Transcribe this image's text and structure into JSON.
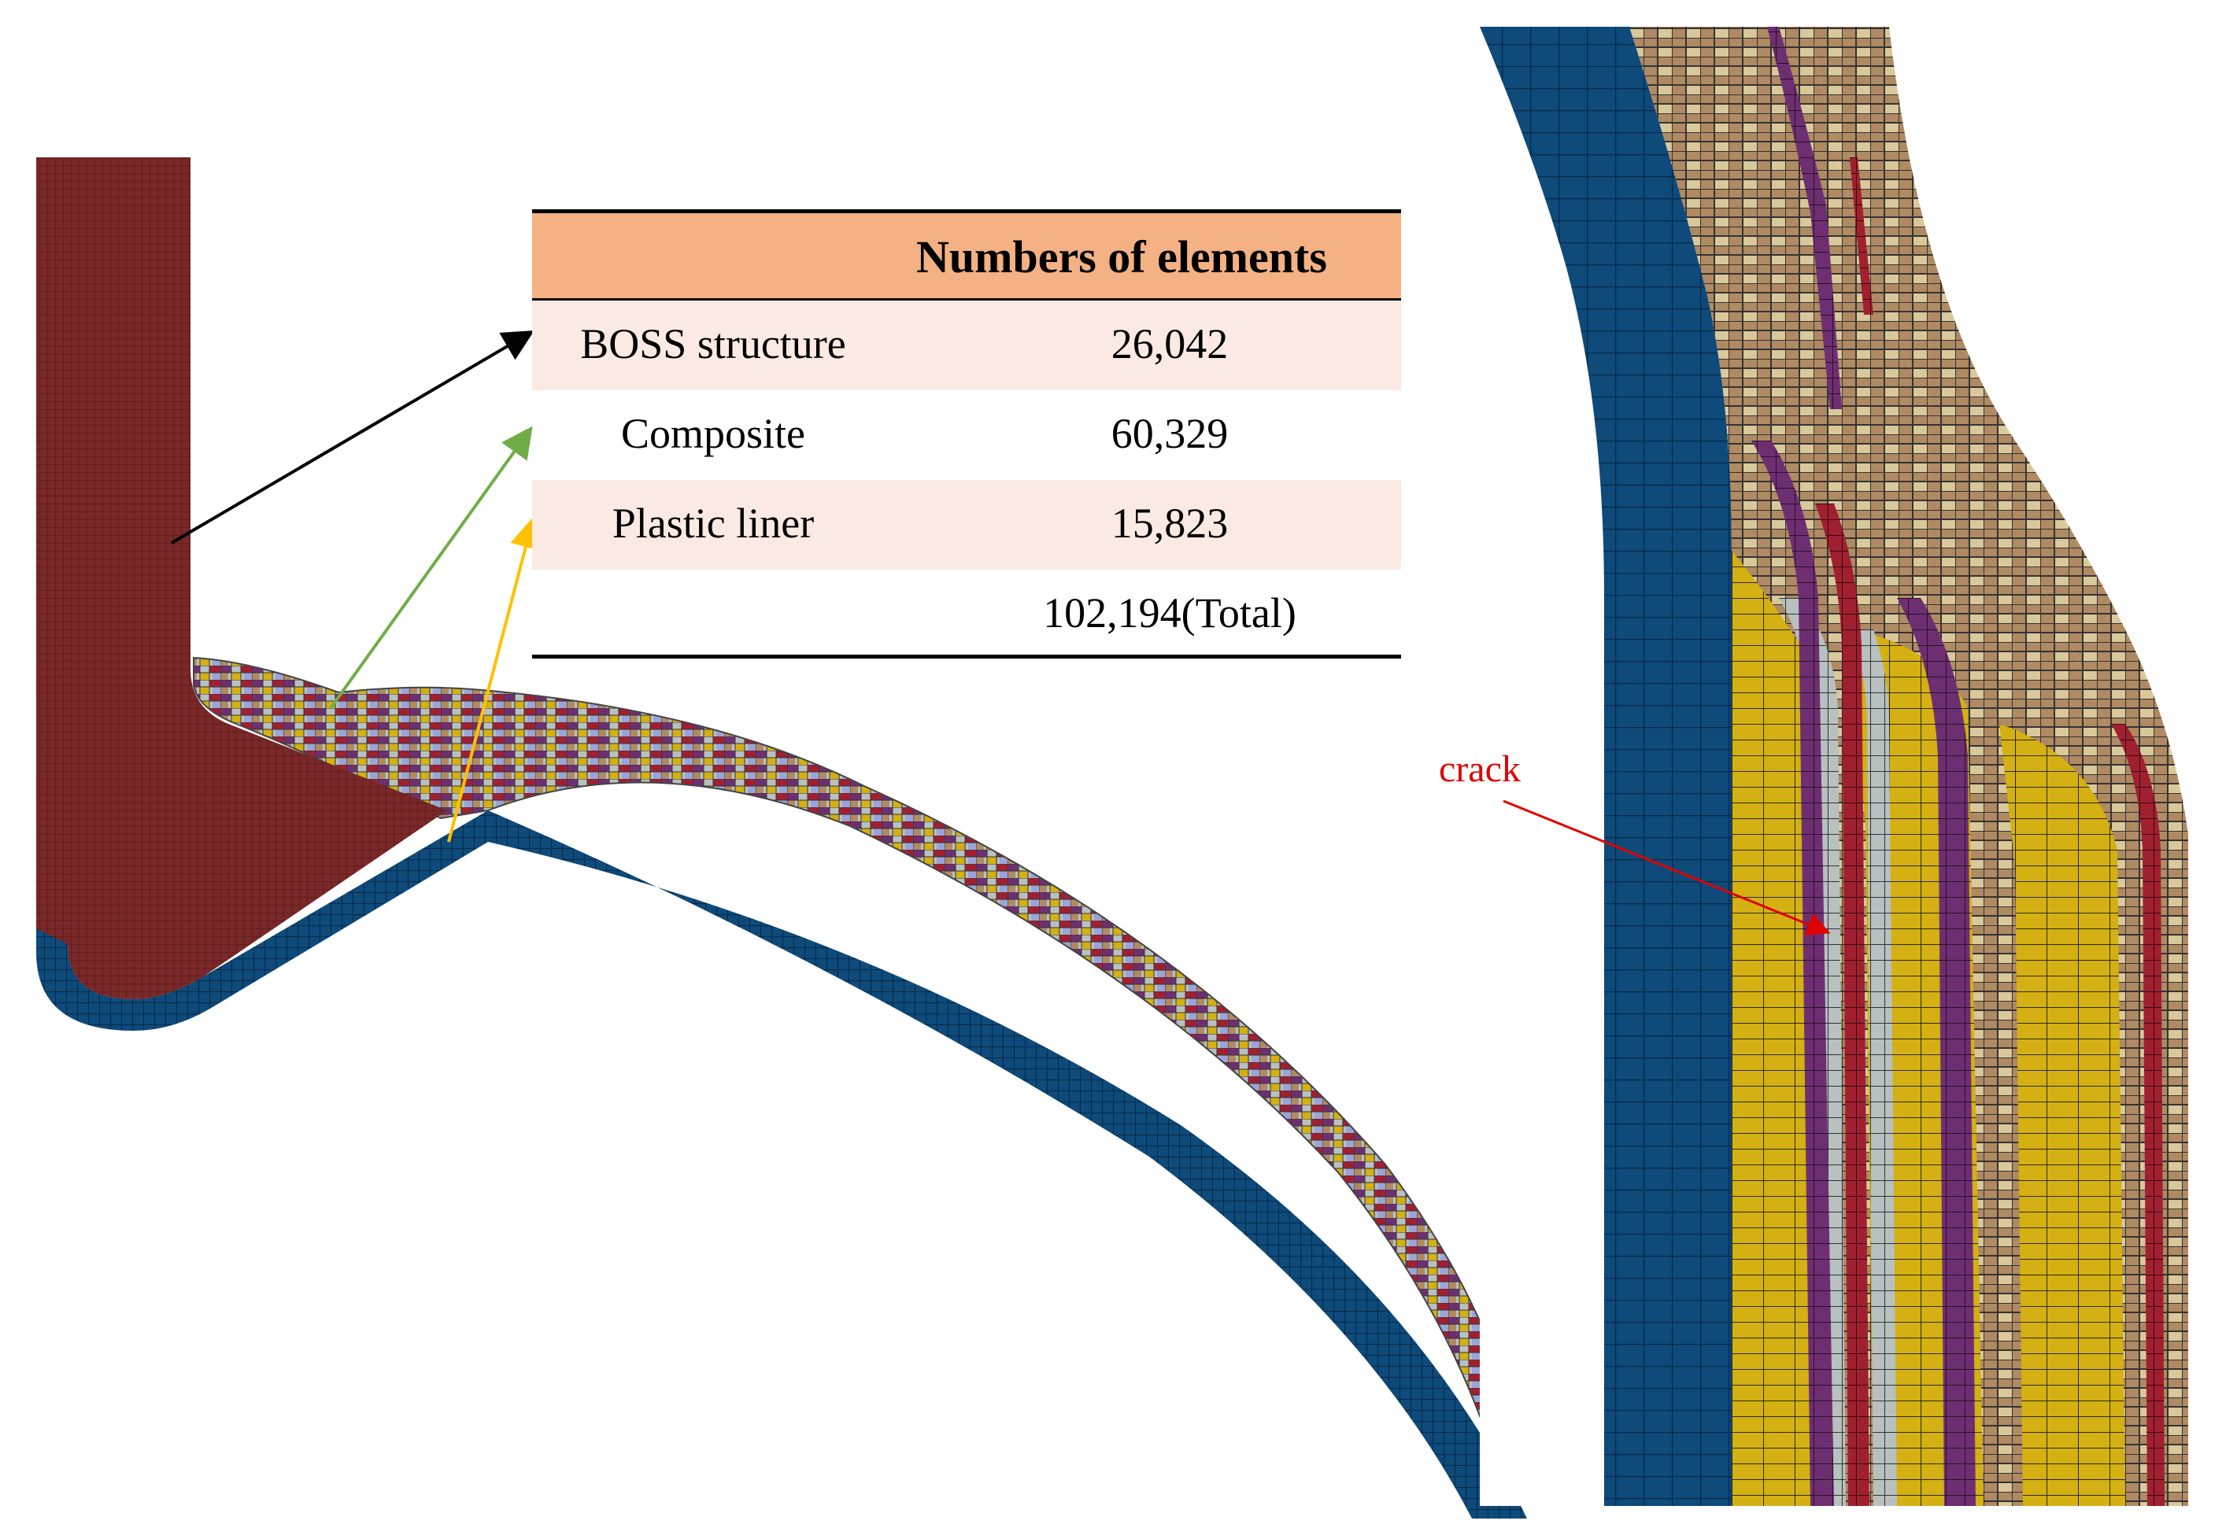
{
  "table": {
    "header": "Numbers of elements",
    "rows": [
      {
        "label": "BOSS structure",
        "value": "26,042"
      },
      {
        "label": "Composite",
        "value": "60,329"
      },
      {
        "label": "Plastic liner",
        "value": "15,823"
      },
      {
        "label": "",
        "value": "102,194(Total)"
      }
    ]
  },
  "annotation": {
    "crack": "crack"
  },
  "colors": {
    "boss": "#7a2828",
    "liner": "#0e4a7a",
    "composite_yellow": "#d4b012",
    "composite_purple": "#6e2f72",
    "composite_red": "#a02030",
    "composite_tan": "#b08a62",
    "composite_gray": "#b8c0c0",
    "composite_lavender": "#9aa4d8",
    "header_fill": "#f4b183",
    "row_fill": "#fbeae3",
    "arrow_black": "#000000",
    "arrow_green": "#70ad47",
    "arrow_yellow": "#ffc000",
    "crack_red": "#e00000"
  }
}
